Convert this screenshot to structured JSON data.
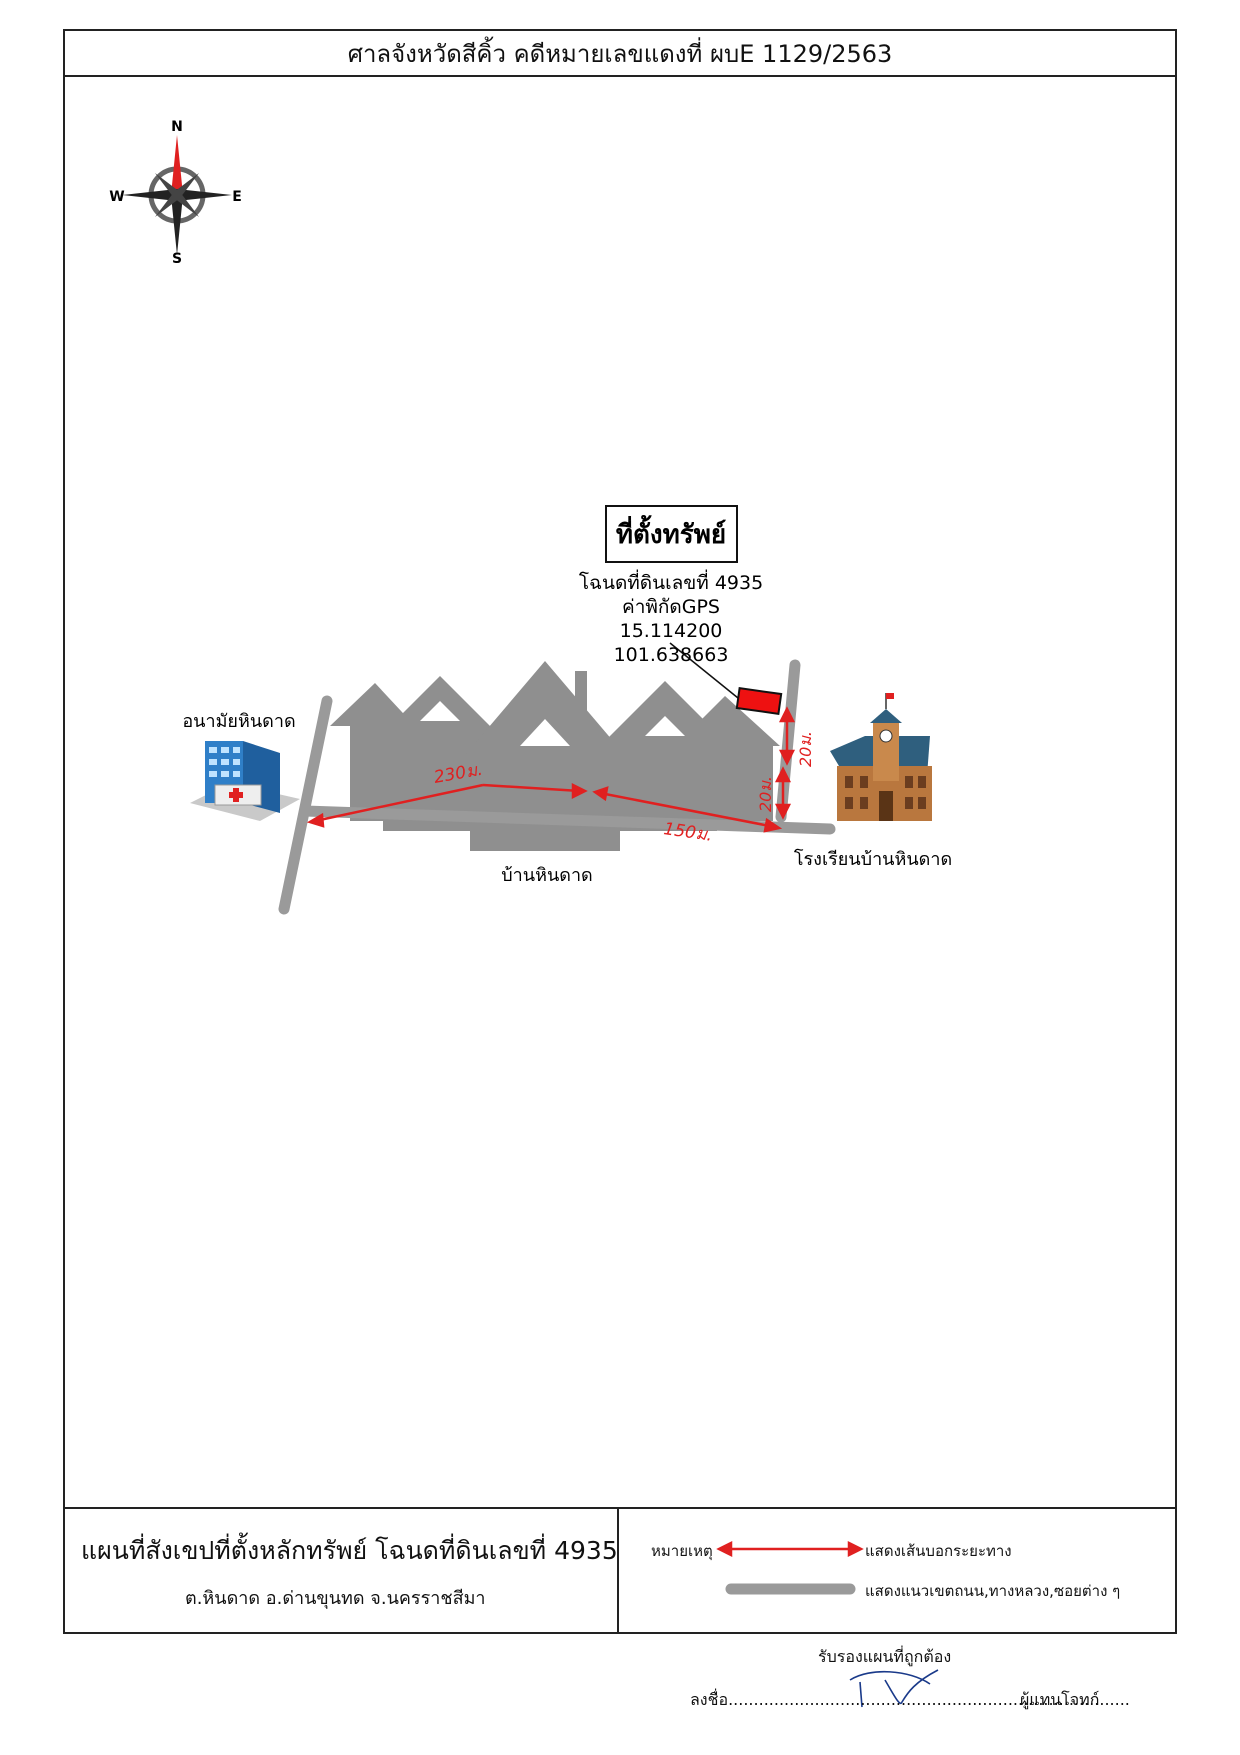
{
  "header": {
    "title": "ศาลจังหวัดสีคิ้ว คดีหมายเลขแดงที่ ผบE 1129/2563"
  },
  "compass": {
    "north": "N",
    "south": "S",
    "east": "E",
    "west": "W"
  },
  "map": {
    "property_box_label": "ที่ตั้งทรัพย์",
    "deed_line": "โฉนดที่ดินเลขที่ 4935",
    "gps_label": "ค่าพิกัดGPS",
    "gps_lat": "15.114200",
    "gps_lon": "101.638663",
    "hospital_label": "อนามัยหินดาด",
    "village_label": "บ้านหินดาด",
    "school_label": "โรงเรียนบ้านหินดาด",
    "dist_230": "230ม.",
    "dist_150": "150ม.",
    "dist_20_upper": "20ม.",
    "dist_20_lower": "20ม."
  },
  "footer": {
    "title": "แผนที่สังเขปที่ตั้งหลักทรัพย์ โฉนดที่ดินเลขที่ 4935",
    "subtitle": "ต.หินดาด  อ.ด่านขุนทด  จ.นครราชสีมา",
    "legend_label": "หมายเหตุ",
    "legend_arrow": "แสดงเส้นบอกระยะทาง",
    "legend_road": "แสดงแนวเขตถนน,ทางหลวง,ซอยต่าง ๆ"
  },
  "signature": {
    "certify": "รับรองแผนที่ถูกต้อง",
    "sign_line": "ลงชื่อ...............................................................................",
    "role": "ผู้แทนโจทก์"
  },
  "colors": {
    "road": "#9a9a9a",
    "arrow": "#e02020",
    "marker": "#ee1111",
    "house": "#8f8f8f"
  }
}
